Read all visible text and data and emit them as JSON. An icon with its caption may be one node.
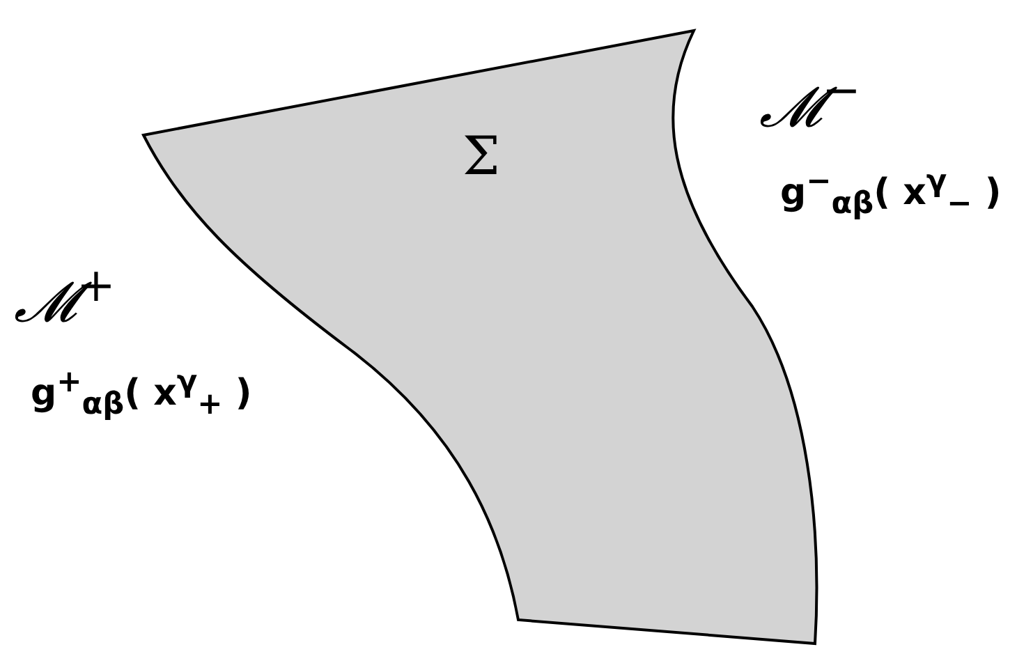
{
  "diagram": {
    "nodes": [
      {
        "text": [
          "Σ"
        ]
      }
    ],
    "edges": [],
    "labels": [
      "𝓜$^{−}$",
      "g$^{−}$$_{αβ}$( x$^{γ}$$_{−}$ )",
      "𝓜$^{+}$",
      "g$^{+}$$_{αβ}$( x$^{γ}$$_{+}$ )"
    ]
  }
}
